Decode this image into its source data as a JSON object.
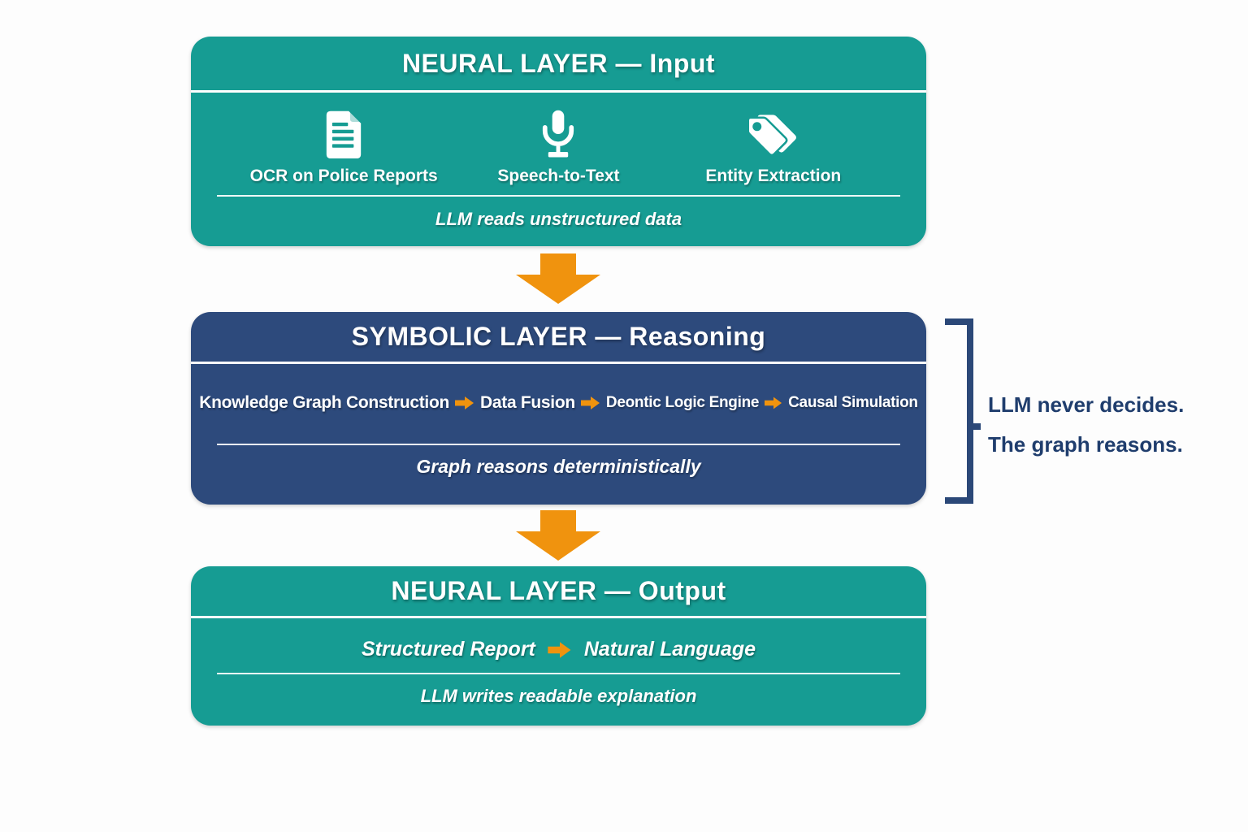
{
  "colors": {
    "teal": "#169c93",
    "navy": "#2d4a7c",
    "orange": "#f0930e",
    "annotation_navy": "#1f3d6d",
    "white": "#ffffff"
  },
  "layers": {
    "input": {
      "title": "NEURAL LAYER — Input",
      "items": [
        {
          "icon": "document-icon",
          "label": "OCR on Police Reports"
        },
        {
          "icon": "microphone-icon",
          "label": "Speech-to-Text"
        },
        {
          "icon": "tags-icon",
          "label": "Entity Extraction"
        }
      ],
      "subtitle": "LLM reads unstructured data"
    },
    "reasoning": {
      "title": "SYMBOLIC LAYER — Reasoning",
      "steps": [
        "Knowledge Graph Construction",
        "Data Fusion",
        "Deontic Logic Engine",
        "Causal Simulation"
      ],
      "subtitle": "Graph reasons deterministically"
    },
    "output": {
      "title": "NEURAL LAYER — Output",
      "steps": [
        "Structured Report",
        "Natural Language"
      ],
      "subtitle": "LLM writes readable explanation"
    }
  },
  "annotation": {
    "line1": "LLM never decides.",
    "line2": "The graph reasons."
  }
}
